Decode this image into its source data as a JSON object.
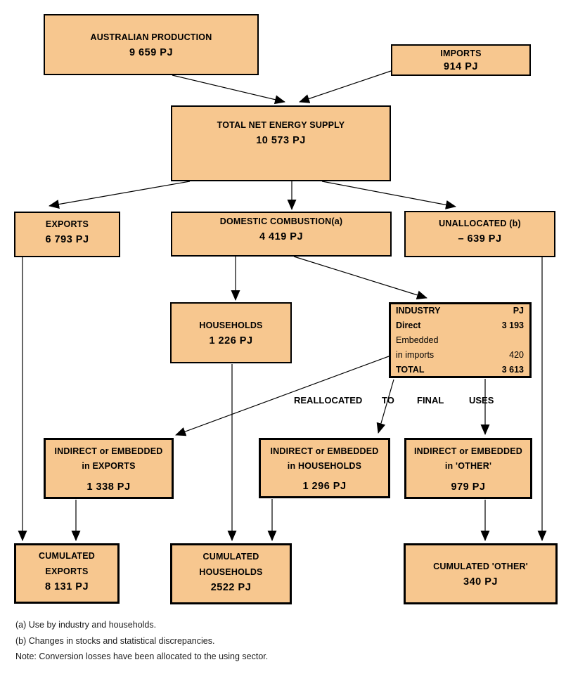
{
  "colors": {
    "box_fill": "#F7C78F",
    "box_border": "#000000",
    "line": "#000000",
    "background": "#FFFFFF"
  },
  "nodes": {
    "australian_production": {
      "title": "AUSTRALIAN PRODUCTION",
      "value": "9 659 PJ"
    },
    "imports": {
      "title": "IMPORTS",
      "value": "914 PJ"
    },
    "total_net_energy_supply": {
      "title": "TOTAL NET ENERGY SUPPLY",
      "value": "10 573 PJ"
    },
    "exports": {
      "title": "EXPORTS",
      "value": "6 793 PJ"
    },
    "domestic_combustion": {
      "title": "DOMESTIC COMBUSTION(a)",
      "value": "4 419 PJ"
    },
    "unallocated": {
      "title": "UNALLOCATED (b)",
      "value": "– 639 PJ"
    },
    "households": {
      "title": "HOUSEHOLDS",
      "value": "1 226 PJ"
    },
    "industry_table": {
      "header": {
        "label": "INDUSTRY",
        "unit": "PJ"
      },
      "rows": [
        {
          "label": "Direct",
          "value": "3 193"
        },
        {
          "label": "Embedded",
          "value": ""
        },
        {
          "label": "in imports",
          "value": "420"
        },
        {
          "label": "TOTAL",
          "value": "3 613"
        }
      ]
    },
    "reallocated_caption": {
      "words": [
        "REALLOCATED",
        "TO",
        "FINAL",
        "USES"
      ]
    },
    "indirect_exports": {
      "line1": "INDIRECT or EMBEDDED",
      "line2": "in EXPORTS",
      "value": "1 338 PJ"
    },
    "indirect_households": {
      "line1": "INDIRECT or EMBEDDED",
      "line2": "in HOUSEHOLDS",
      "value": "1 296 PJ"
    },
    "indirect_other": {
      "line1": "INDIRECT or EMBEDDED",
      "line2": "in 'OTHER'",
      "value": "979 PJ"
    },
    "cumulated_exports": {
      "line1": "CUMULATED",
      "line2": "EXPORTS",
      "value": "8 131 PJ"
    },
    "cumulated_households": {
      "line1": "CUMULATED",
      "line2": "HOUSEHOLDS",
      "value": "2522 PJ"
    },
    "cumulated_other": {
      "title": "CUMULATED 'OTHER'",
      "value": "340 PJ"
    }
  },
  "notes": [
    "(a) Use by industry and households.",
    "(b) Changes in stocks and statistical discrepancies.",
    "Note: Conversion losses have been allocated to the using sector."
  ]
}
